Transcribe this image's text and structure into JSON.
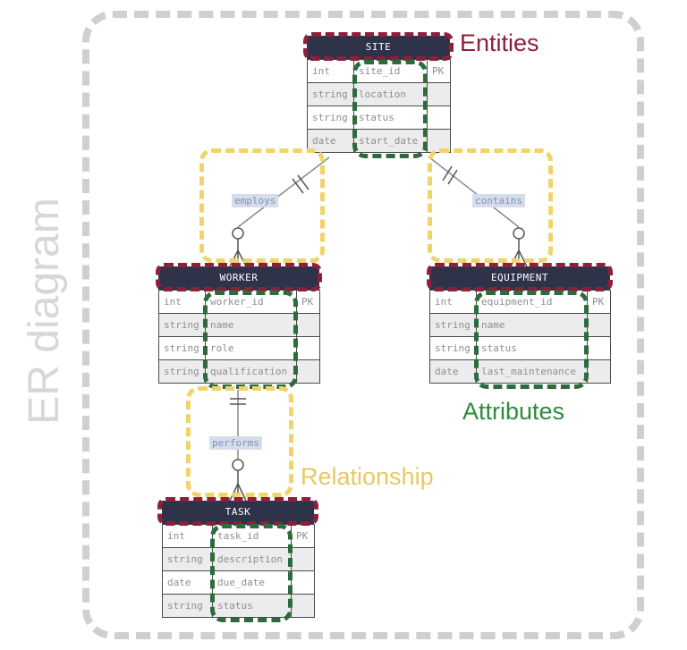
{
  "title": "ER diagram",
  "callouts": {
    "entities": "Entities",
    "attributes": "Attributes",
    "relationship": "Relationship"
  },
  "colors": {
    "entities": "#8d1f3a",
    "attributes": "#2e6b3b",
    "relationship": "#f2d36b",
    "frame": "#cfcfcf",
    "header": "#2f3349"
  },
  "entities": {
    "site": {
      "name": "SITE",
      "rows": [
        {
          "type": "int",
          "field": "site_id",
          "key": "PK"
        },
        {
          "type": "string",
          "field": "location",
          "key": ""
        },
        {
          "type": "string",
          "field": "status",
          "key": ""
        },
        {
          "type": "date",
          "field": "start_date",
          "key": ""
        }
      ]
    },
    "worker": {
      "name": "WORKER",
      "rows": [
        {
          "type": "int",
          "field": "worker_id",
          "key": "PK"
        },
        {
          "type": "string",
          "field": "name",
          "key": ""
        },
        {
          "type": "string",
          "field": "role",
          "key": ""
        },
        {
          "type": "string",
          "field": "qualification",
          "key": ""
        }
      ]
    },
    "equipment": {
      "name": "EQUIPMENT",
      "rows": [
        {
          "type": "int",
          "field": "equipment_id",
          "key": "PK"
        },
        {
          "type": "string",
          "field": "name",
          "key": ""
        },
        {
          "type": "string",
          "field": "status",
          "key": ""
        },
        {
          "type": "date",
          "field": "last_maintenance",
          "key": ""
        }
      ]
    },
    "task": {
      "name": "TASK",
      "rows": [
        {
          "type": "int",
          "field": "task_id",
          "key": "PK"
        },
        {
          "type": "string",
          "field": "description",
          "key": ""
        },
        {
          "type": "date",
          "field": "due_date",
          "key": ""
        },
        {
          "type": "string",
          "field": "status",
          "key": ""
        }
      ]
    }
  },
  "relationships": {
    "employs": "employs",
    "contains": "contains",
    "performs": "performs"
  }
}
